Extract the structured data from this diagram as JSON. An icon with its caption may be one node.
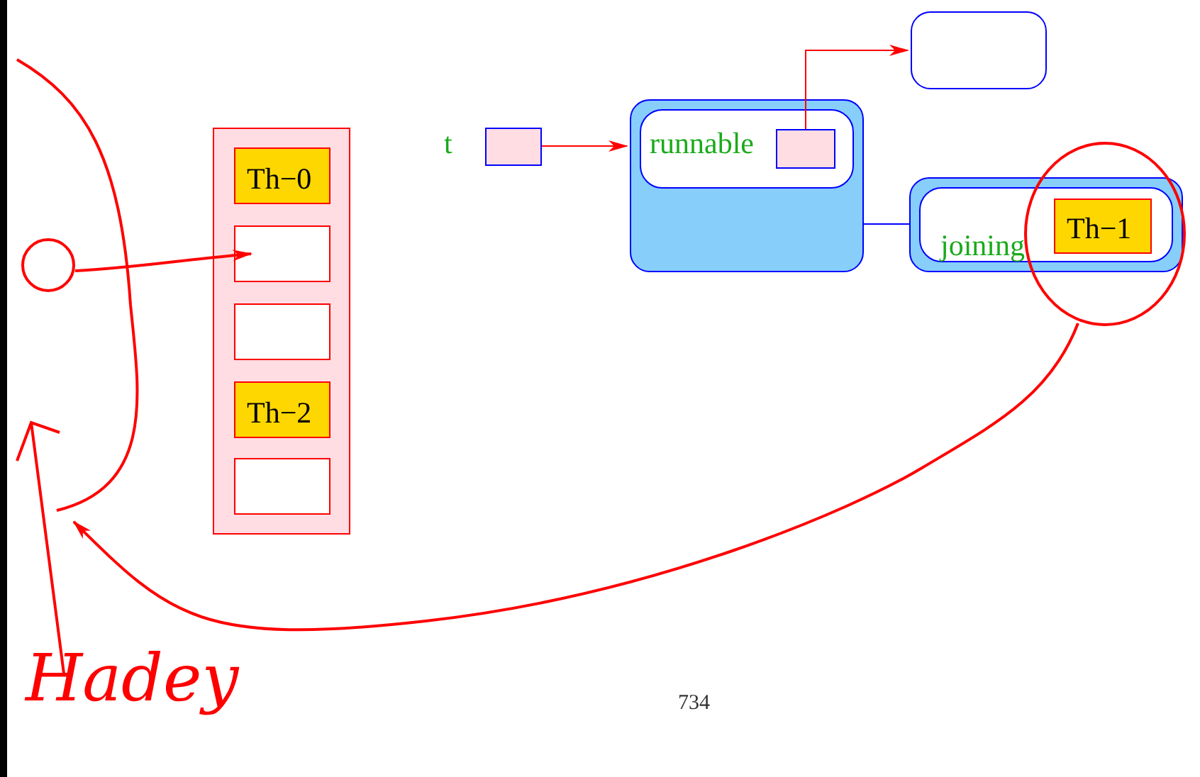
{
  "diagram": {
    "nodes": [
      {
        "text": [],
        "shape": "box"
      },
      {
        "text": [
          "Th−0"
        ],
        "in": 0
      },
      {
        "text": [],
        "shape": "box",
        "in": 0
      },
      {
        "text": [],
        "shape": "box",
        "in": 0
      },
      {
        "text": [
          "Th−2"
        ],
        "in": 0
      },
      {
        "text": [],
        "shape": "box",
        "in": 0
      },
      {
        "text": [],
        "shape": "box",
        "beside": [
          "t"
        ]
      },
      {
        "text": [],
        "shape": "box"
      },
      {
        "text": [
          "runnable"
        ],
        "in": 7
      },
      {
        "text": [],
        "shape": "box",
        "in": 8
      },
      {
        "text": [],
        "shape": "box"
      },
      {
        "text": [],
        "shape": "box"
      },
      {
        "text": [
          "joining"
        ],
        "in": 11
      },
      {
        "text": [
          "Th−1"
        ]
      },
      {
        "text": [],
        "shape": "circle"
      },
      {
        "text": [],
        "shape": "circle"
      },
      {
        "text": [],
        "shape": "line"
      }
    ],
    "edges": [
      {
        "from": 6,
        "to": 7,
        "arrow": "to"
      },
      {
        "from": 9,
        "to": 10,
        "arrow": "to"
      },
      {
        "from": 7,
        "to": 11,
        "arrow": "none",
        "color": "#0000ff"
      },
      {
        "from": 14,
        "to": 2,
        "arrow": "to"
      },
      {
        "from": 15,
        "to": 16,
        "arrow": "to"
      }
    ],
    "labels": [
      "Hadey",
      "734"
    ]
  }
}
